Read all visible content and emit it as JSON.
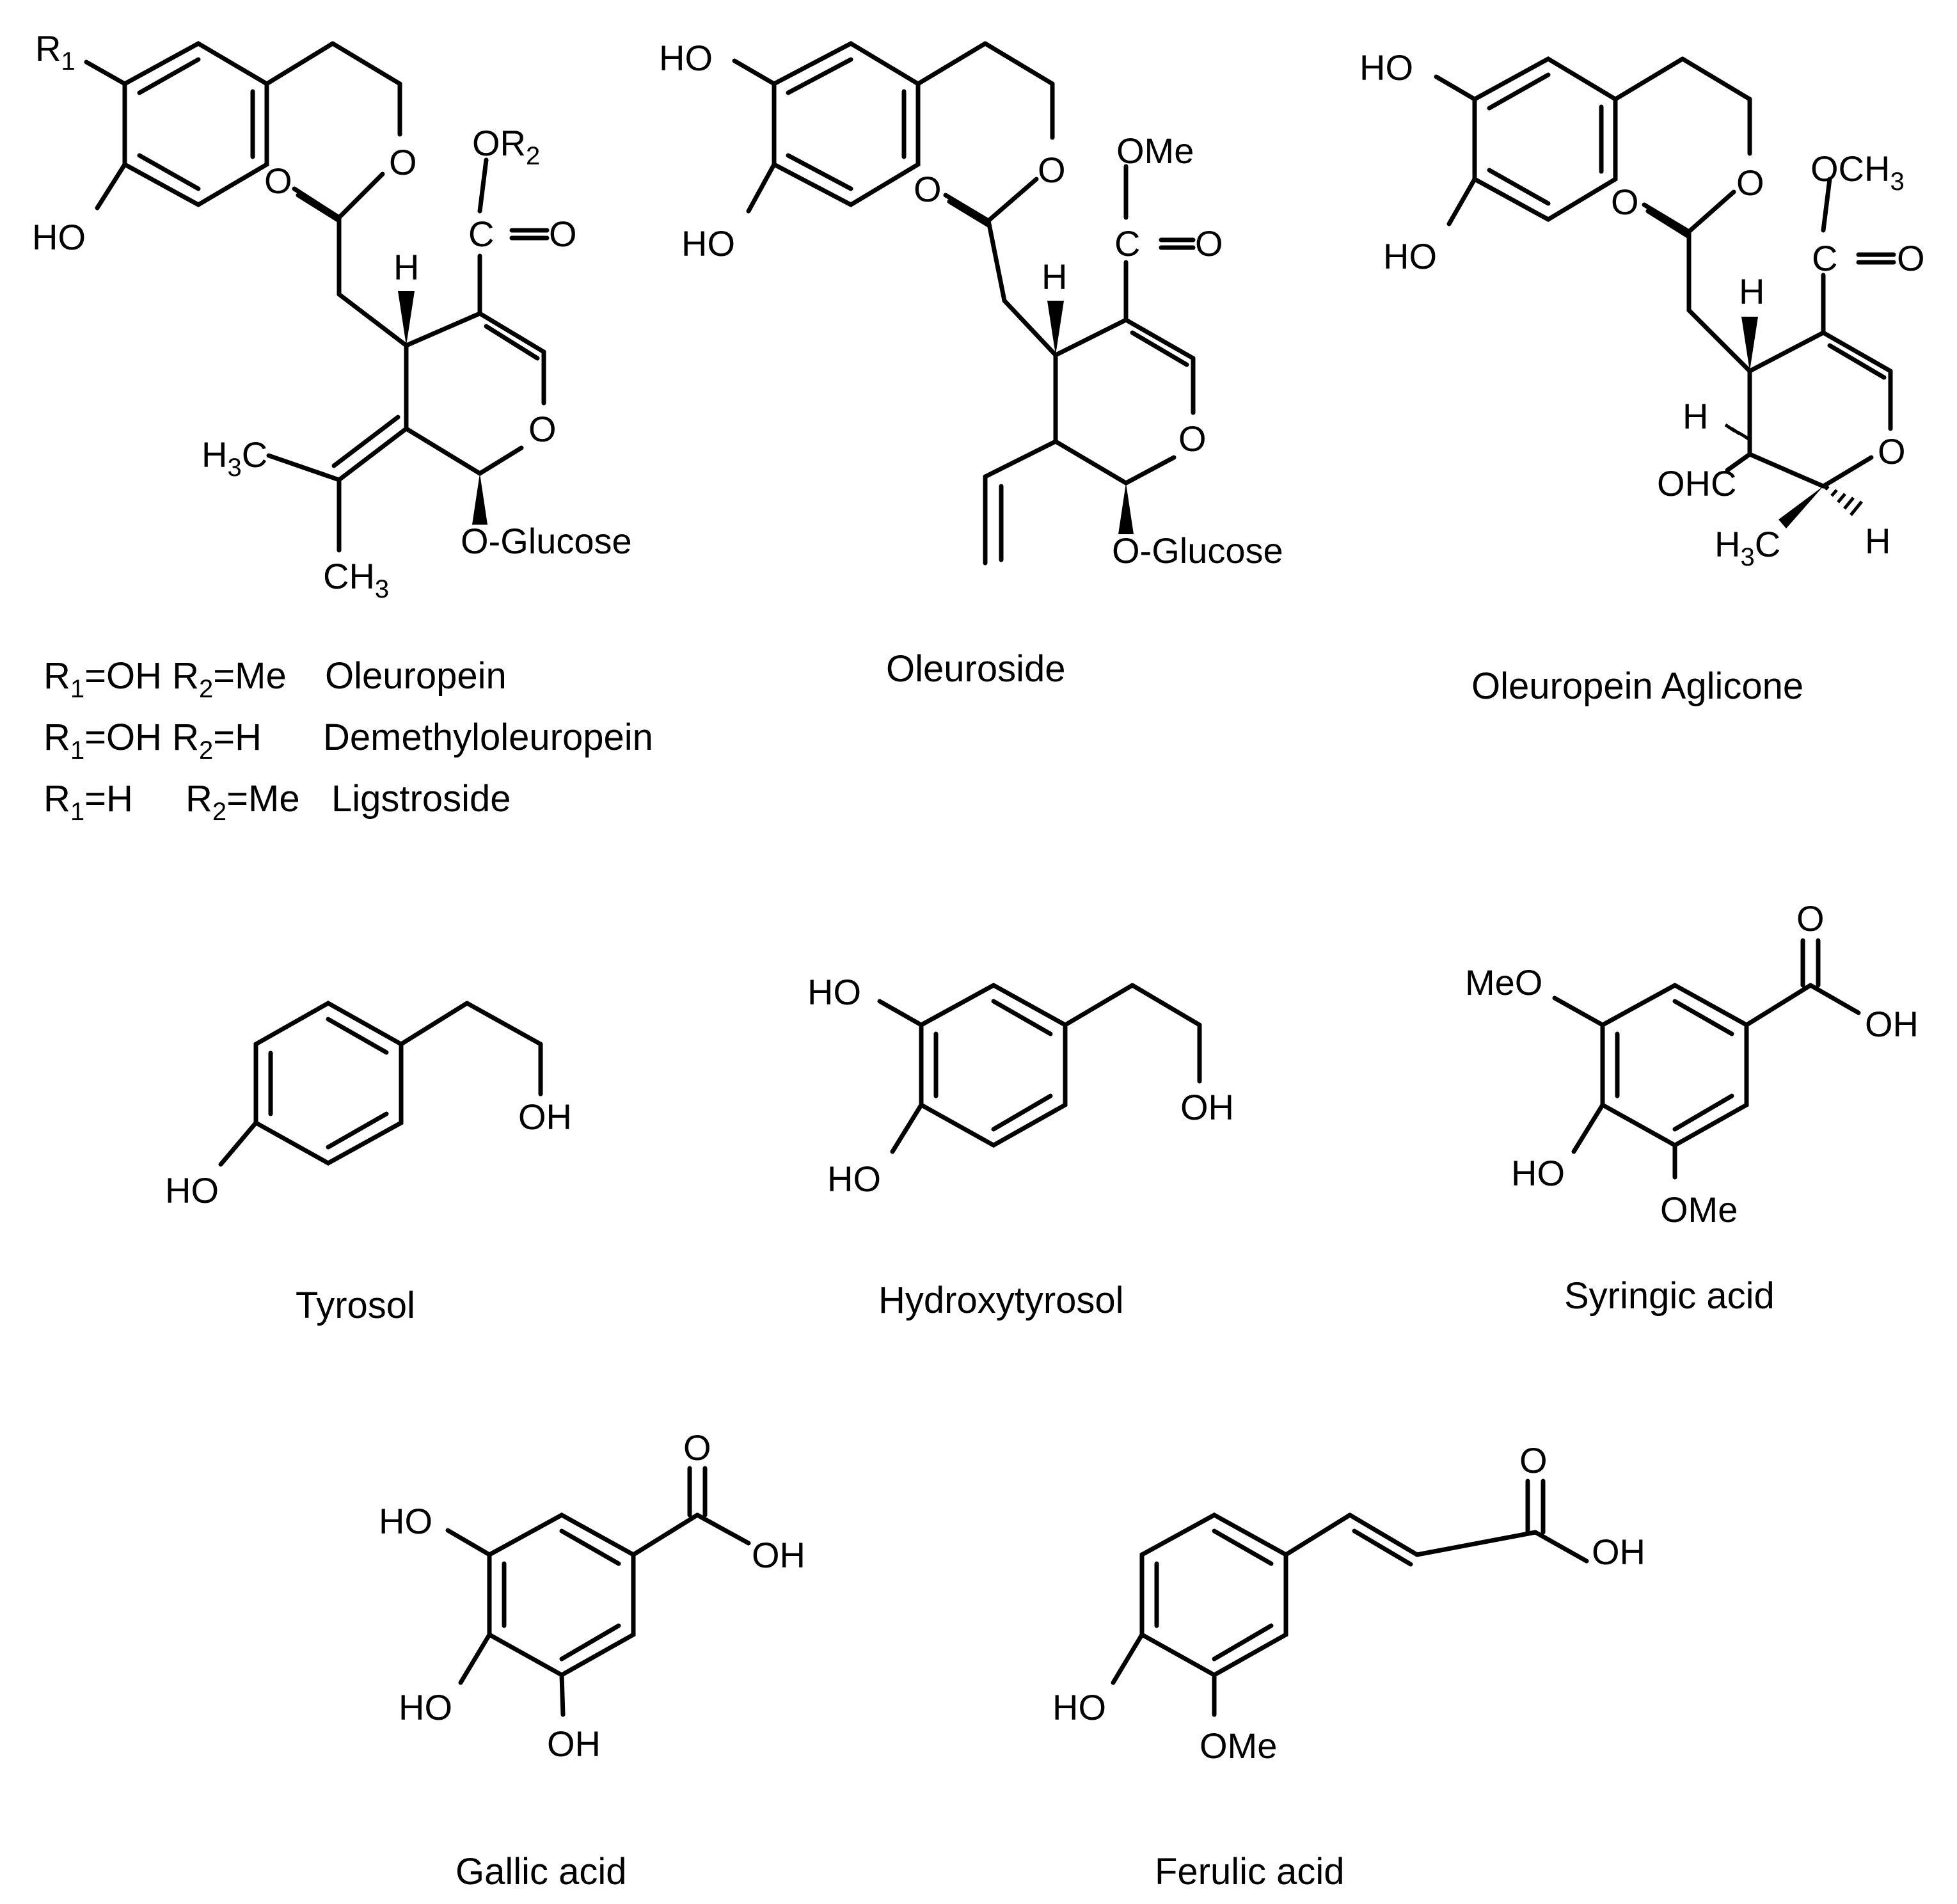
{
  "figure": {
    "oleuropein_group": {
      "atoms": {
        "r1": "R",
        "r1_sub": "1",
        "ho": "HO",
        "o_ring": "O",
        "o_carbonyl": "O",
        "or2": "OR",
        "or2_sub": "2",
        "c_ester": "C",
        "o_ester": "O",
        "h": "H",
        "o_pyran": "O",
        "h3c": "H",
        "h3c_sub": "3",
        "h3c_c": "C",
        "ch3": "CH",
        "ch3_sub": "3",
        "oglucose": "O-Glucose"
      },
      "legend": [
        {
          "r1": "R",
          "r1_sub": "1",
          "r1_val": "=OH R",
          "r2_sub": "2",
          "r2_val": "=Me",
          "name": "Oleuropein"
        },
        {
          "r1": "R",
          "r1_sub": "1",
          "r1_val": "=OH R",
          "r2_sub": "2",
          "r2_val": "=H",
          "name": "Demethyloleuropein"
        },
        {
          "r1": "R",
          "r1_sub": "1",
          "r1_val": "=H",
          "r2_val_prefix": "R",
          "r2_sub": "2",
          "r2_val": "=Me",
          "name": "Ligstroside"
        }
      ]
    },
    "oleuroside": {
      "atoms": {
        "ho1": "HO",
        "ho2": "HO",
        "o_ring": "O",
        "o_carbonyl": "O",
        "ome": "OMe",
        "c_ester": "C",
        "o_ester": "O",
        "h": "H",
        "o_pyran": "O",
        "oglucose": "O-Glucose"
      },
      "caption": "Oleuroside"
    },
    "aglycone": {
      "atoms": {
        "ho1": "HO",
        "ho2": "HO",
        "o_ring": "O",
        "o_carbonyl": "O",
        "och3": "OCH",
        "och3_sub": "3",
        "c_ester": "C",
        "o_ester": "O",
        "h_top": "H",
        "h_left": "H",
        "ohc": "OHC",
        "o_pyran": "O",
        "h3c": "H",
        "h3c_sub": "3",
        "h3c_c": "C",
        "h_right": "H"
      },
      "caption": "Oleuropein Aglicone"
    },
    "tyrosol": {
      "atoms": {
        "oh": "OH",
        "ho": "HO"
      },
      "caption": "Tyrosol"
    },
    "hydroxytyrosol": {
      "atoms": {
        "ho1": "HO",
        "oh": "OH",
        "ho2": "HO"
      },
      "caption": "Hydroxytyrosol"
    },
    "syringic": {
      "atoms": {
        "o": "O",
        "oh": "OH",
        "meo": "MeO",
        "ho": "HO",
        "ome": "OMe"
      },
      "caption": "Syringic acid"
    },
    "gallic": {
      "atoms": {
        "o": "O",
        "oh": "OH",
        "ho1": "HO",
        "ho2": "HO",
        "oh2": "OH"
      },
      "caption": "Gallic acid"
    },
    "ferulic": {
      "atoms": {
        "o": "O",
        "oh": "OH",
        "ho": "HO",
        "ome": "OMe"
      },
      "caption": "Ferulic acid"
    }
  }
}
